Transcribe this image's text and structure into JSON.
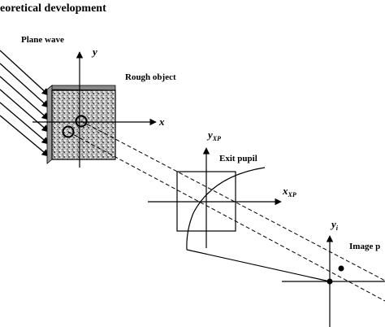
{
  "header": {
    "title": "eoretical development"
  },
  "labels": {
    "plane_wave": "Plane wave",
    "rough_object": "Rough object",
    "exit_pupil": "Exit pupil",
    "image_plane": "Image p"
  },
  "axes": {
    "object_x": "x",
    "object_y": "y",
    "pupil_x_base": "x",
    "pupil_x_sub": "XP",
    "pupil_y_base": "y",
    "pupil_y_sub": "XP",
    "image_y_base": "y",
    "image_y_sub": "i"
  },
  "colors": {
    "ink": "#000000",
    "speckle_light": "#d9d9d9",
    "speckle_dark": "#5a5a5a"
  }
}
